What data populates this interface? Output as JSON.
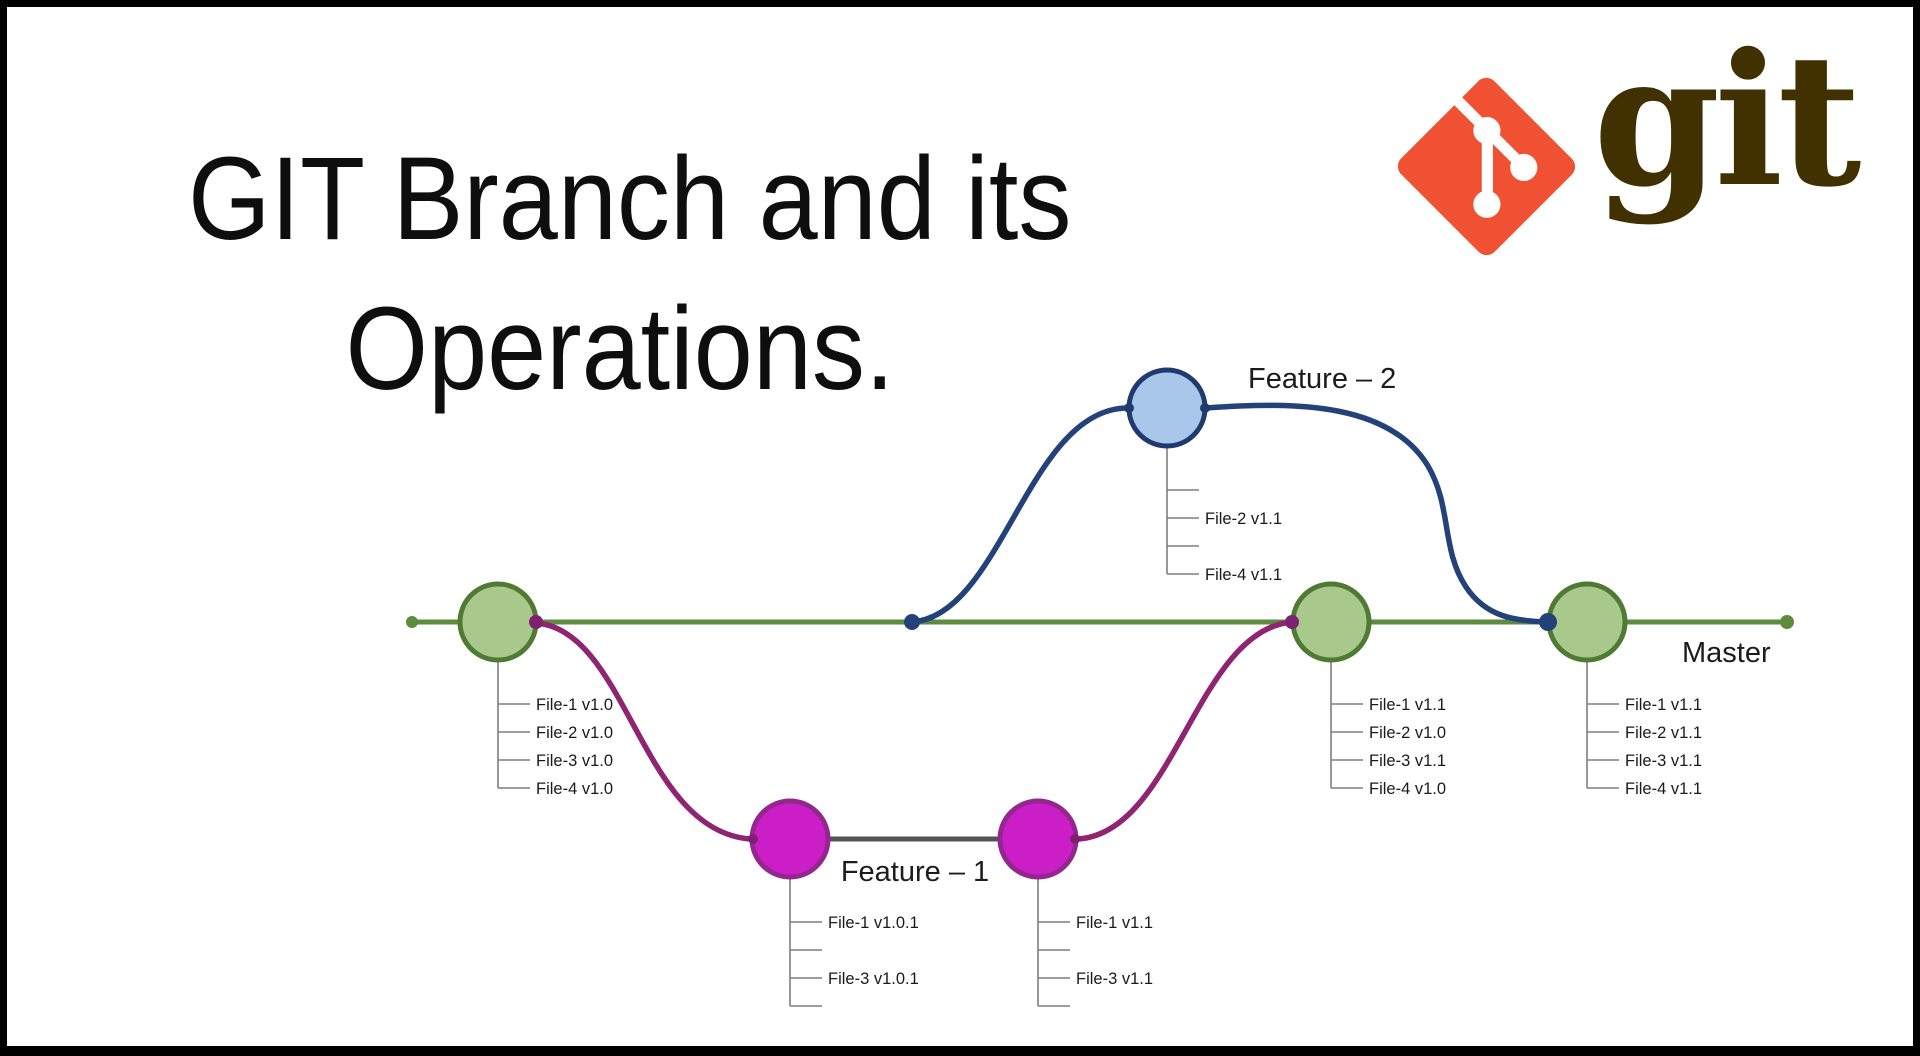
{
  "title": {
    "line1": "GIT Branch and its",
    "line2": "Operations."
  },
  "logo": {
    "wordmark": "git",
    "diamond_color": "#F05133",
    "wordmark_color": "#413000"
  },
  "branches": {
    "master": {
      "label": "Master",
      "line_color": "#5D8C3E",
      "node_fill": "#A9C88B",
      "node_stroke": "#4E7A33"
    },
    "feature1": {
      "label": "Feature – 1",
      "line_color": "#8E2472",
      "node_fill": "#CC1EC7",
      "node_stroke": "#93278F"
    },
    "feature2": {
      "label": "Feature – 2",
      "line_color": "#24427A",
      "node_fill": "#A8C7EA",
      "node_stroke": "#1F3B6E"
    }
  },
  "connector_color": "#555555",
  "commits": [
    {
      "id": "master-initial",
      "branch": "master",
      "files": [
        "File-1 v1.0",
        "File-2 v1.0",
        "File-3 v1.0",
        "File-4 v1.0"
      ]
    },
    {
      "id": "feature1-commit-1",
      "branch": "feature1",
      "files": [
        "File-1 v1.0.1",
        "",
        "File-3 v1.0.1",
        ""
      ]
    },
    {
      "id": "feature1-commit-2",
      "branch": "feature1",
      "files": [
        "File-1 v1.1",
        "",
        "File-3 v1.1",
        ""
      ]
    },
    {
      "id": "feature2-commit-1",
      "branch": "feature2",
      "files": [
        "",
        "File-2 v1.1",
        "",
        "File-4 v1.1"
      ]
    },
    {
      "id": "master-merge-feature1",
      "branch": "master",
      "files": [
        "File-1 v1.1",
        "File-2 v1.0",
        "File-3 v1.1",
        "File-4 v1.0"
      ]
    },
    {
      "id": "master-final",
      "branch": "master",
      "files": [
        "File-1 v1.1",
        "File-2 v1.1",
        "File-3 v1.1",
        "File-4 v1.1"
      ]
    }
  ]
}
